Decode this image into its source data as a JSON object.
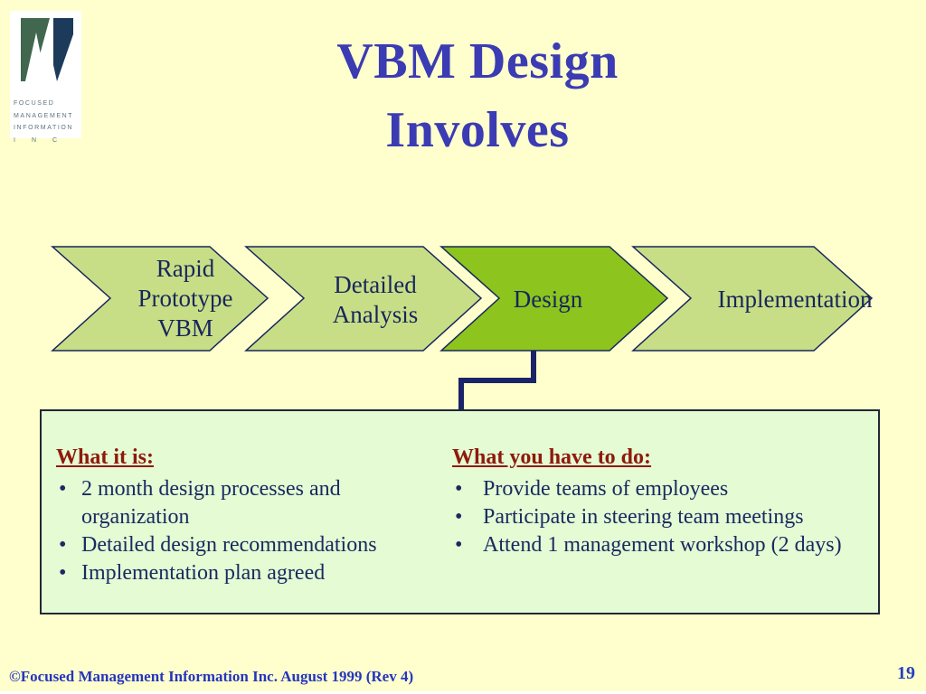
{
  "slide": {
    "title": {
      "line1": "VBM Design",
      "line2": "Involves"
    },
    "background_color": "#FFFFCD",
    "footer": "©Focused Management Information Inc. August 1999 (Rev 4)",
    "page_number": "19"
  },
  "logo": {
    "lines": [
      "FOCUSED",
      "MANAGEMENT",
      "INFORMATION",
      "INC"
    ],
    "colors": {
      "green": "#41684F",
      "navy": "#1C3A5A",
      "text": "#5F7280",
      "background": "#FFFFFF"
    }
  },
  "process_flow": {
    "outline_color": "#17265C",
    "connector_color": "#1B2468",
    "steps": [
      {
        "label": "Rapid Prototype VBM",
        "lines": [
          "Rapid",
          "Prototype",
          "VBM"
        ],
        "fill": "#C8DE86",
        "highlighted": false
      },
      {
        "label": "Detailed Analysis",
        "lines": [
          "Detailed",
          "Analysis"
        ],
        "fill": "#C8DE86",
        "highlighted": false
      },
      {
        "label": "Design",
        "lines": [
          "Design"
        ],
        "fill": "#8DC41E",
        "highlighted": true
      },
      {
        "label": "Implementation",
        "lines": [
          "Implementation"
        ],
        "fill": "#C8DE86",
        "highlighted": false
      }
    ]
  },
  "detail_box": {
    "background": "#E4FBD4",
    "heading_color": "#8E1A0C",
    "text_color": "#1A2A60",
    "left_column": {
      "heading": "What it is:",
      "bullets": [
        "2 month design processes and organization",
        "Detailed design recommendations",
        "Implementation plan agreed"
      ]
    },
    "right_column": {
      "heading": "What you have to do:",
      "bullets": [
        "Provide teams of employees",
        "Participate in steering team meetings",
        "Attend 1 management workshop (2 days)"
      ]
    }
  }
}
